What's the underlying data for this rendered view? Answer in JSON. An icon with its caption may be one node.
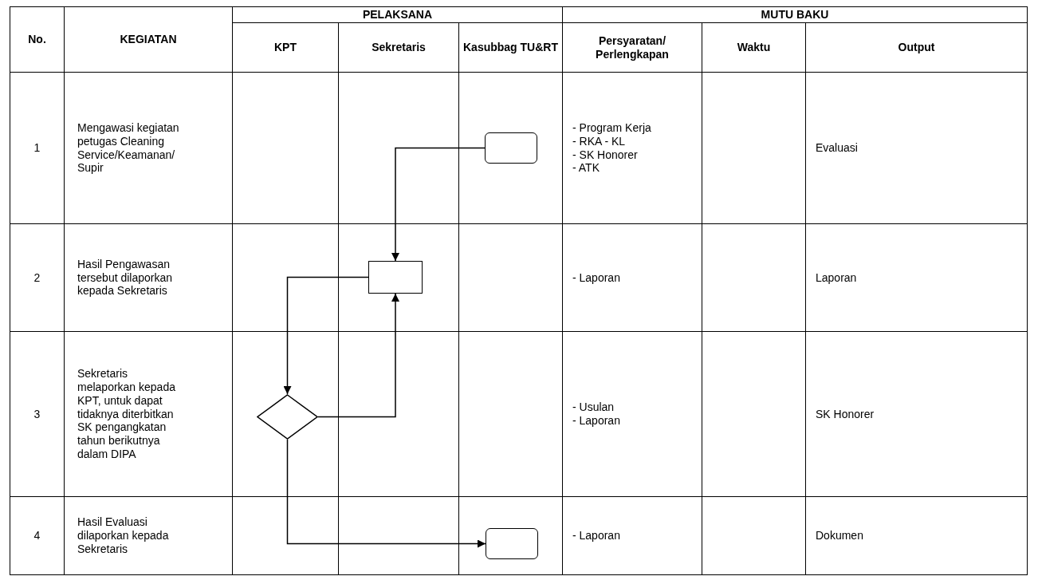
{
  "diagram": {
    "nodes": [
      {
        "text": [],
        "shape": "box"
      },
      {
        "text": [],
        "shape": "box"
      },
      {
        "text": [],
        "shape": "diamond"
      },
      {
        "text": [],
        "shape": "box"
      }
    ],
    "edges": [
      {
        "from": 0,
        "to": 1,
        "arrow": "to"
      },
      {
        "from": 1,
        "to": 2,
        "arrow": "to"
      },
      {
        "from": 2,
        "to": 1,
        "arrow": "to"
      },
      {
        "from": 2,
        "to": 3,
        "arrow": "to"
      }
    ],
    "labels": [
      "No.",
      "KEGIATAN",
      "PELAKSANA",
      "MUTU BAKU",
      "KPT",
      "Sekretaris",
      "Kasubbag TU&RT",
      "Persyaratan/ Perlengkapan",
      "Waktu",
      "Output",
      "1",
      "Mengawasi kegiatan petugas Cleaning Service/Keamanan/ Supir",
      "- Program Kerja",
      "- RKA - KL",
      "- SK Honorer",
      "- ATK",
      "Evaluasi",
      "2",
      "Hasil Pengawasan tersebut dilaporkan kepada Sekretaris",
      "- Laporan",
      "Laporan",
      "3",
      "Sekretaris melaporkan kepada KPT, untuk dapat tidaknya diterbitkan SK pengangkatan tahun berikutnya dalam DIPA",
      "- Usulan",
      "- Laporan",
      "SK Honorer",
      "4",
      "Hasil Evaluasi dilaporkan kepada Sekretaris",
      "- Laporan",
      "Dokumen"
    ]
  }
}
